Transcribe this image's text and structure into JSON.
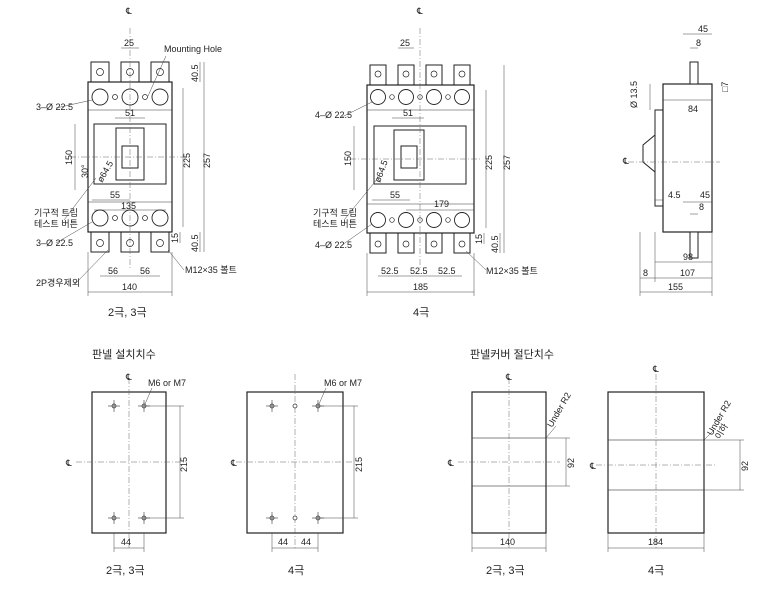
{
  "captions": {
    "front_2p3p": "2극, 3극",
    "front_4p": "4극",
    "panel_mount_2p3p": "2극, 3극",
    "panel_mount_4p": "4극",
    "panel_cut_2p3p": "2극, 3극",
    "panel_cut_4p": "4극"
  },
  "section_titles": {
    "panel_mount": "판넬 설치치수",
    "panel_cut": "판넬커버 절단치수"
  },
  "front_2p3p": {
    "dims": {
      "top_25": "25",
      "mounting_hole": "Mounting Hole",
      "d40_5_top": "40.5",
      "hole_3_22_5_top": "3–Ø 22.5",
      "d51": "51",
      "d150": "150",
      "d225": "225",
      "d257": "257",
      "d30": "30°",
      "d64_5": "ø64.5",
      "d55": "55",
      "d135": "135",
      "trip_button_line1": "기구적 트립",
      "trip_button_line2": "테스트 버튼",
      "hole_3_22_5_bottom": "3–Ø 22.5",
      "d15": "15",
      "d40_5_bottom": "40.5",
      "d56_left": "56",
      "d56_right": "56",
      "bolt": "M12×35 볼트",
      "note_2p": "2P경우제외",
      "d140": "140"
    }
  },
  "front_4p": {
    "dims": {
      "top_25": "25",
      "hole_4_22_5_top": "4–Ø 22.5",
      "d51": "51",
      "d150": "150",
      "d225": "225",
      "d257": "257",
      "d64_5": "ø64.5",
      "d55": "55",
      "d179": "179",
      "trip_button_line1": "기구적 트립",
      "trip_button_line2": "테스트 버튼",
      "hole_4_22_5_bottom": "4–Ø 22.5",
      "d15": "15",
      "d40_5": "40.5",
      "d52_5_a": "52.5",
      "d52_5_b": "52.5",
      "d52_5_c": "52.5",
      "bolt": "M12×35 볼트",
      "d185": "185"
    }
  },
  "side_view": {
    "dims": {
      "d45_top": "45",
      "d8_top": "8",
      "d13_5": "Ø 13.5",
      "sq7": "□7",
      "d84": "84",
      "d4_5": "4.5",
      "d45_mid": "45",
      "d8_mid": "8",
      "d98": "98",
      "d8_left": "8",
      "d107": "107",
      "d155": "155"
    }
  },
  "panel_mount_2p3p": {
    "dims": {
      "screw": "M6 or M7",
      "d215": "215",
      "d44": "44"
    }
  },
  "panel_mount_4p": {
    "dims": {
      "screw": "M6 or M7",
      "d215": "215",
      "d44_a": "44",
      "d44_b": "44"
    }
  },
  "panel_cut_2p3p": {
    "dims": {
      "under": "Under R2",
      "d92": "92",
      "d140": "140"
    }
  },
  "panel_cut_4p": {
    "dims": {
      "under": "Under R2",
      "under2": "이하",
      "d92": "92",
      "d184": "184"
    }
  },
  "centerline_symbol": "℄"
}
